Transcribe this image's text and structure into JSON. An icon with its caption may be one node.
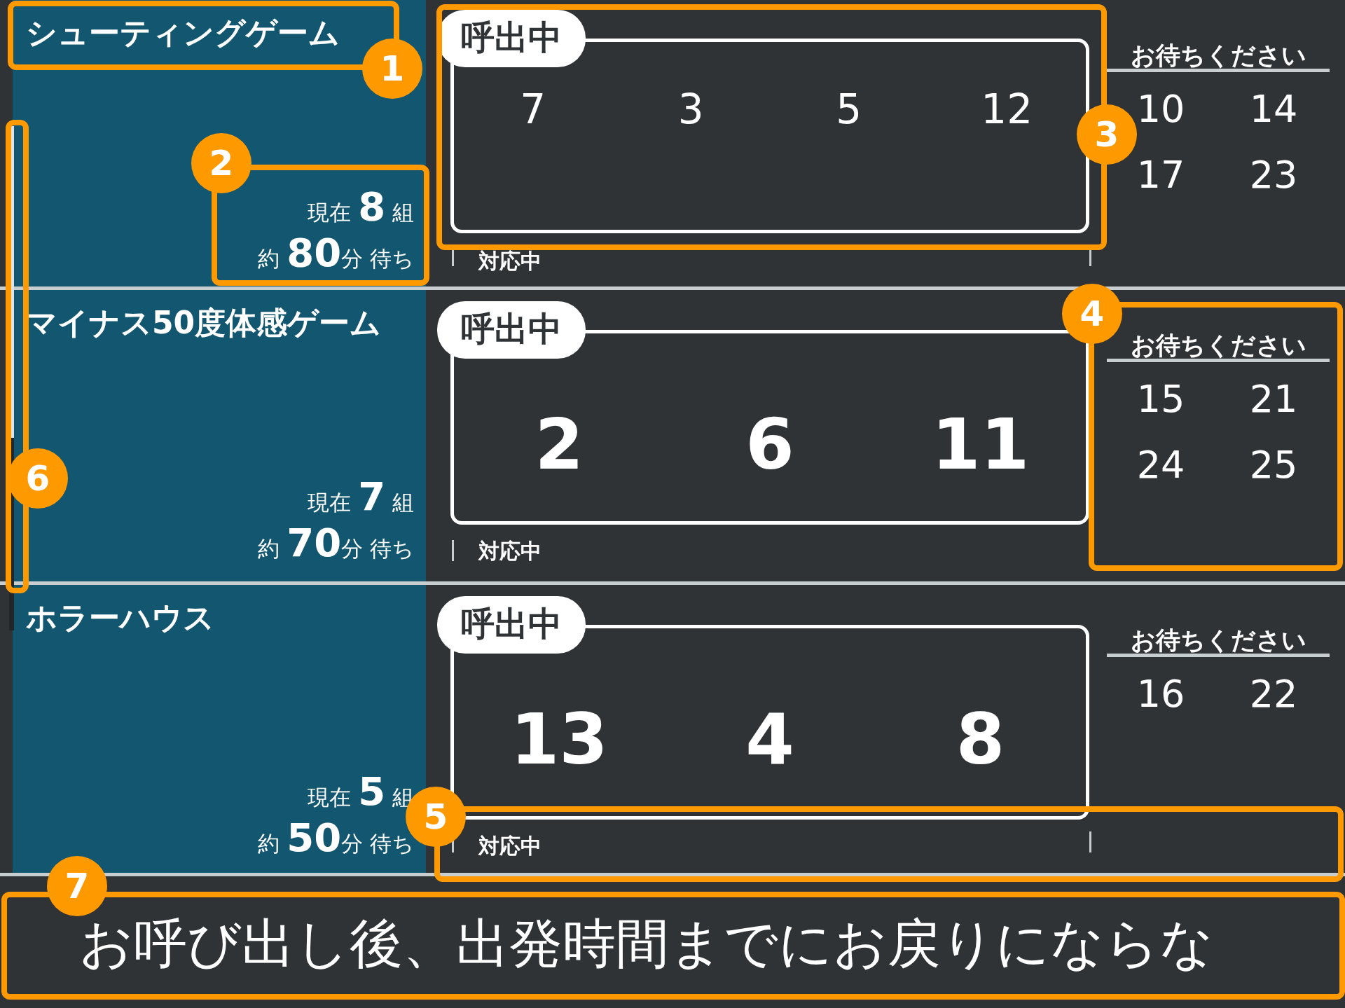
{
  "diagram": {
    "nodes": [
      {
        "text": [],
        "shape": "band"
      },
      {
        "text": [
          "シューティングゲーム",
          "現在 **8** 組",
          "約 **80**分 待ち"
        ],
        "in": 0
      },
      {
        "text": [
          "呼出中",
          "7",
          "3",
          "5",
          "12"
        ],
        "in": 0
      },
      {
        "text": [
          "お待ちください",
          "10",
          "14",
          "17",
          "23"
        ],
        "in": 0
      },
      {
        "text": [],
        "shape": "band"
      },
      {
        "text": [
          "マイナス50度体感ゲーム",
          "現在 **7** 組",
          "約 **70**分 待ち"
        ],
        "in": 4
      },
      {
        "text": [
          "呼出中",
          "2",
          "6",
          "11"
        ],
        "in": 4
      },
      {
        "text": [
          "お待ちください",
          "15",
          "21",
          "24",
          "25"
        ],
        "in": 4
      },
      {
        "text": [],
        "shape": "band"
      },
      {
        "text": [
          "ホラーハウス",
          "現在 **5** 組",
          "約 **50**分 待ち"
        ],
        "in": 8
      },
      {
        "text": [
          "呼出中",
          "13",
          "4",
          "8"
        ],
        "in": 8
      },
      {
        "text": [
          "お待ちください",
          "16",
          "22"
        ],
        "in": 8
      },
      {
        "text": [
          "お呼び出し後、出発時間までにお戻りにならな"
        ]
      }
    ],
    "labels": [
      "1",
      "2",
      "3",
      "対応中",
      "4",
      "6",
      "対応中",
      "5",
      "対応中",
      "7"
    ]
  }
}
